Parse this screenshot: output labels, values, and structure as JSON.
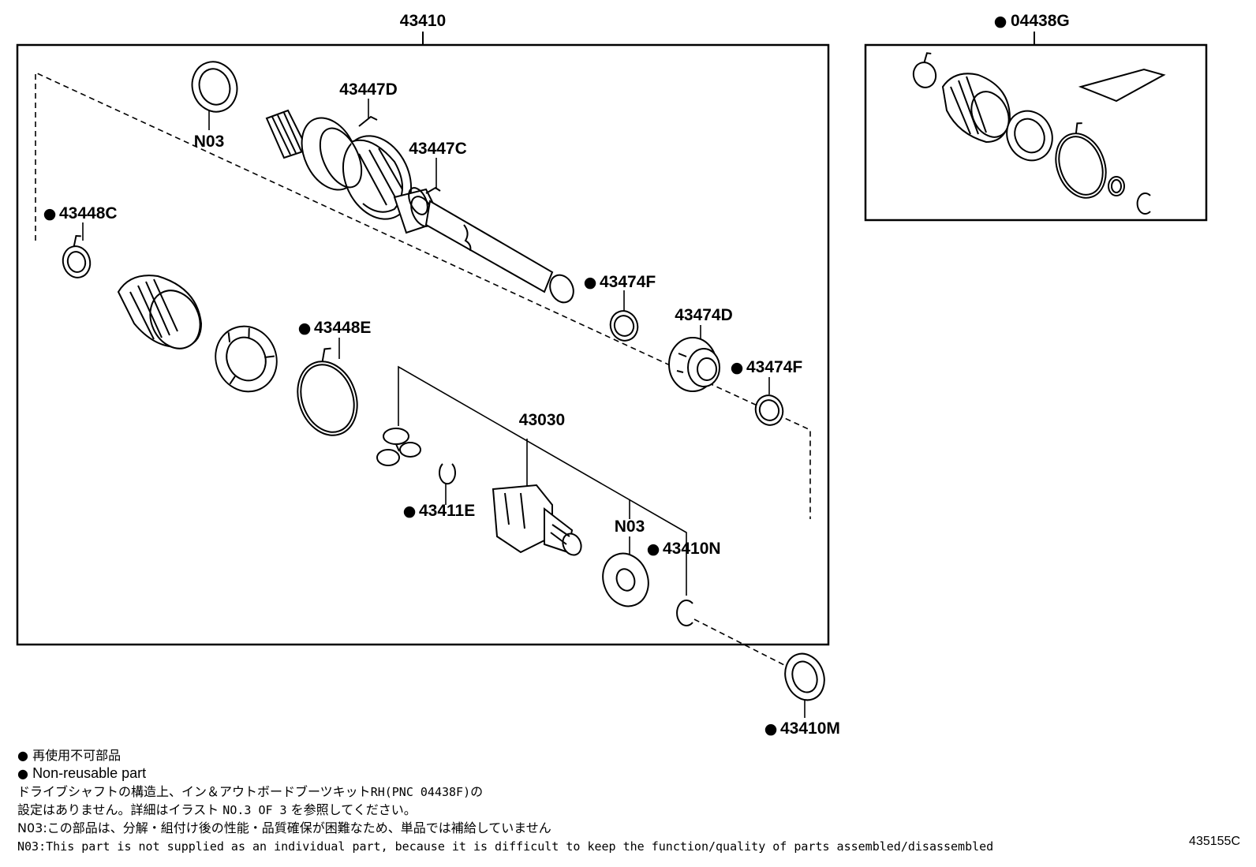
{
  "main_assembly": {
    "number": "43410",
    "parts": {
      "n03_top": "N03",
      "p43447D": "43447D",
      "p43447C": "43447C",
      "p43448C": "43448C",
      "p43474F_a": "43474F",
      "p43474D": "43474D",
      "p43474F_b": "43474F",
      "p43448E": "43448E",
      "p43030": "43030",
      "p43411E": "43411E",
      "n03_mid": "N03",
      "p43410N": "43410N",
      "p43410M": "43410M"
    }
  },
  "kit": {
    "number": "04438G"
  },
  "legend": {
    "bullet_symbol": "●",
    "non_reusable_jp": "再使用不可部品",
    "non_reusable_en": "Non-reusable part"
  },
  "notes": {
    "line1_a": "ドライブシャフトの構造上、イン＆アウトボードブーツキット",
    "line1_b": "RH(PNC 04438F)",
    "line1_c": "の",
    "line2_a": "設定はありません。詳細はイラスト",
    "line2_b": "NO.3 OF 3",
    "line2_c": "を参照してください。",
    "n03_jp": "N03:この部品は、分解・組付け後の性能・品質確保が困難なため、単品では補給していません",
    "n03_en": "N03:This part is not supplied as an individual part, because it is difficult to keep the function/quality of parts assembled/disassembled"
  },
  "illustration_code": "435155C",
  "colors": {
    "line": "#000000",
    "background": "#ffffff"
  }
}
